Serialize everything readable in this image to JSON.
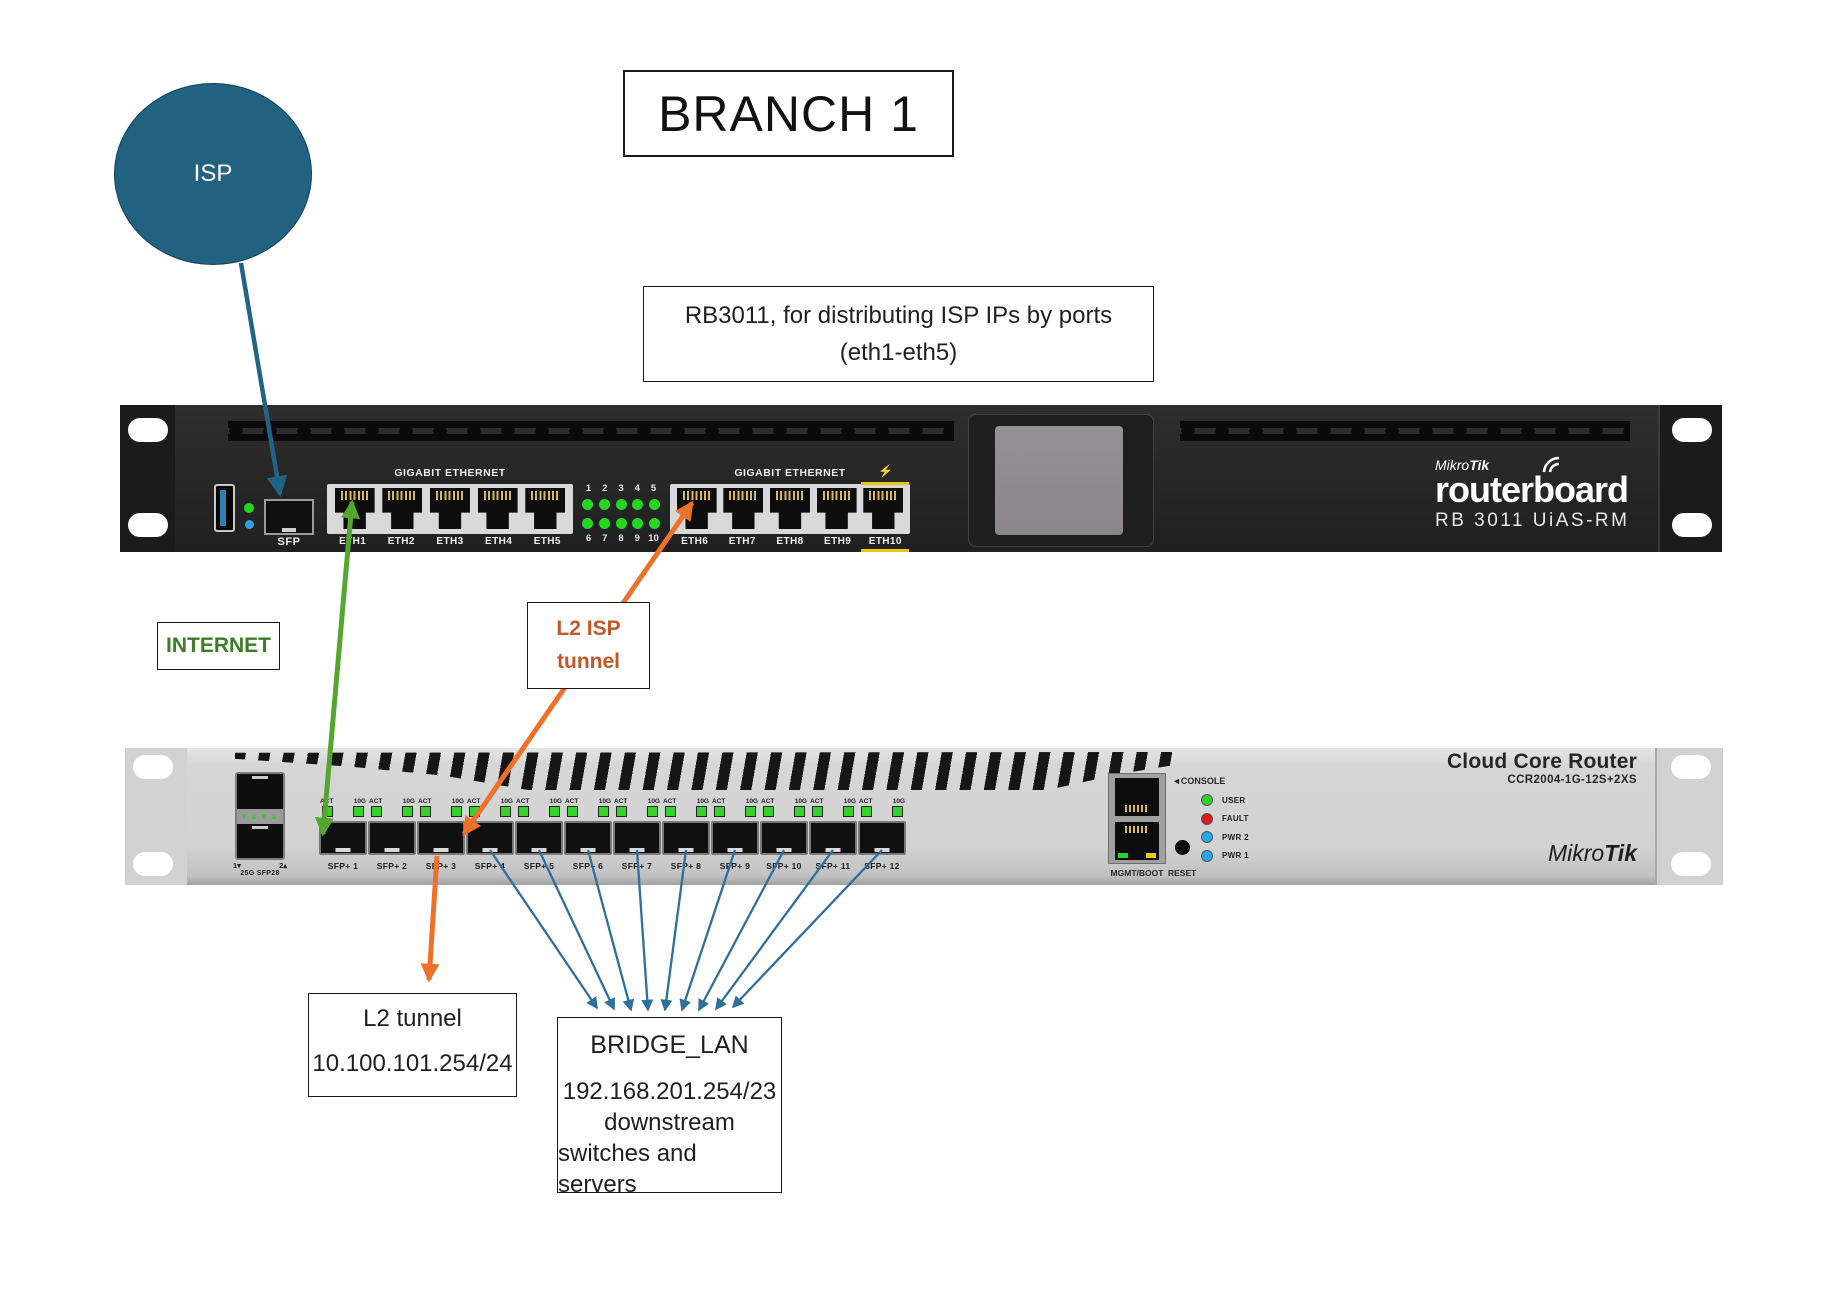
{
  "title": "BRANCH 1",
  "isp": {
    "label": "ISP"
  },
  "note": {
    "line1": "RB3011, for distributing ISP IPs by ports",
    "line2": "(eth1-eth5)"
  },
  "labels": {
    "internet": "INTERNET",
    "l2_isp_1": "L2 ISP",
    "l2_isp_2": "tunnel"
  },
  "rb": {
    "gigabit": "GIGABIT ETHERNET",
    "sfp": "SFP",
    "eth": [
      "ETH1",
      "ETH2",
      "ETH3",
      "ETH4",
      "ETH5",
      "ETH6",
      "ETH7",
      "ETH8",
      "ETH9",
      "ETH10"
    ],
    "nums": [
      "1",
      "2",
      "3",
      "4",
      "5",
      "6",
      "7",
      "8",
      "9",
      "10"
    ],
    "brand_light": "Mikro",
    "brand_bold": "Tik",
    "product": "routerboard",
    "model": "RB 3011 UiAS-RM",
    "poe_icon": "⚡"
  },
  "ccr": {
    "title": "Cloud Core Router",
    "model": "CCR2004-1G-12S+2XS",
    "act": "ACT",
    "tg": "10G",
    "sfp_labels": [
      "SFP+ 1",
      "SFP+ 2",
      "SFP+ 3",
      "SFP+ 4",
      "SFP+ 5",
      "SFP+ 6",
      "SFP+ 7",
      "SFP+ 8",
      "SFP+ 9",
      "SFP+ 10",
      "SFP+ 11",
      "SFP+ 12"
    ],
    "sfp28_1": "1▾",
    "sfp28_2": "2▴",
    "sfp28_tri": "▼▲▼▲",
    "sfp28_cap": "25G SFP28",
    "console": "◄CONSOLE",
    "mgmt": "MGMT/BOOT",
    "reset": "RESET",
    "leds": [
      {
        "label": "USER",
        "color": "#2fd12f"
      },
      {
        "label": "FAULT",
        "color": "#e01b1b"
      },
      {
        "label": "PWR 2",
        "color": "#27a7e8"
      },
      {
        "label": "PWR 1",
        "color": "#27a7e8"
      }
    ],
    "brand_light": "Mikro",
    "brand_bold": "Tik"
  },
  "boxes": {
    "l2t_1": "L2 tunnel",
    "l2t_2": "10.100.101.254/24",
    "bl_1": "BRIDGE_LAN",
    "bl_2": "192.168.201.254/23",
    "bl_3": "downstream",
    "bl_4": "switches and servers"
  },
  "colors": {
    "isp_fill": "#20627f",
    "isp_arrow": "#1f6484",
    "internet_text": "#3c7d28",
    "green_arrow": "#55a52f",
    "orange_arrow": "#ed7128",
    "l2_isp_text": "#c2572a",
    "fan_arrow": "#2e6f9e",
    "poe_yellow": "#e8c813"
  }
}
